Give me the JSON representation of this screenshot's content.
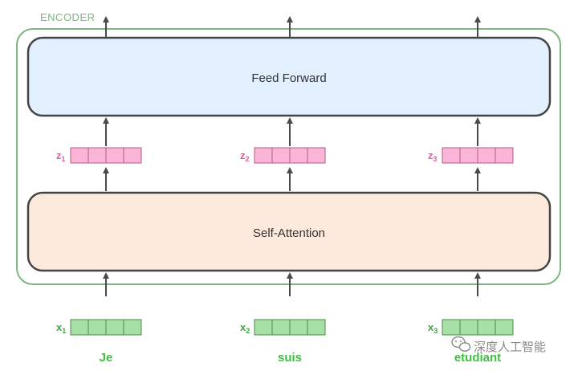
{
  "encoder": {
    "label": "ENCODER",
    "border_color": "#7cb680"
  },
  "blocks": {
    "feed_forward": {
      "label": "Feed Forward",
      "fill": "#e2effe"
    },
    "self_attention": {
      "label": "Self-Attention",
      "fill": "#fdeadc"
    }
  },
  "z_vectors": [
    {
      "symbol": "z",
      "sub": "1"
    },
    {
      "symbol": "z",
      "sub": "2"
    },
    {
      "symbol": "z",
      "sub": "3"
    }
  ],
  "x_vectors": [
    {
      "symbol": "x",
      "sub": "1"
    },
    {
      "symbol": "x",
      "sub": "2"
    },
    {
      "symbol": "x",
      "sub": "3"
    }
  ],
  "words": [
    "Je",
    "suis",
    "etudiant"
  ],
  "colors": {
    "z_cell": "#fbb6d7",
    "z_text": "#ea5aa3",
    "x_cell": "#a6e0a6",
    "x_text": "#3aa83d",
    "word": "#3fbf3f",
    "arrow": "#4a4a4a"
  },
  "watermark": {
    "text": "深度人工智能",
    "icon": "wechat-bubble-icon"
  }
}
